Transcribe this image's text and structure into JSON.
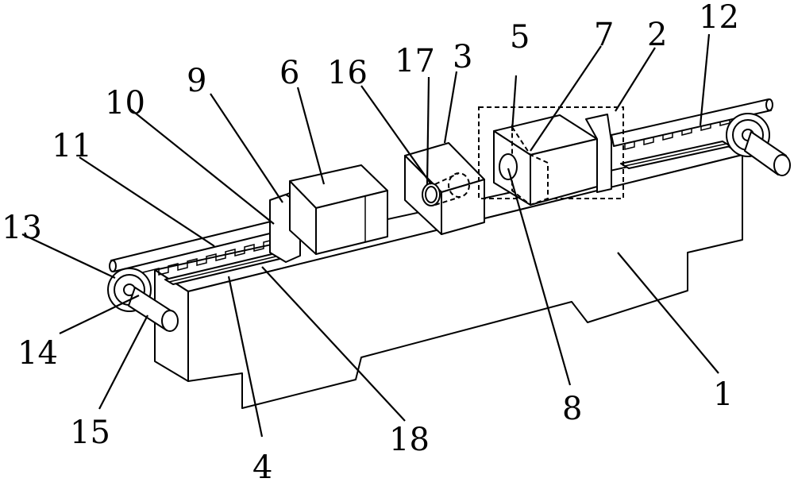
{
  "figure": {
    "labels": {
      "l1": "1",
      "l2": "2",
      "l3": "3",
      "l4": "4",
      "l5": "5",
      "l6": "6",
      "l7": "7",
      "l8": "8",
      "l9": "9",
      "l10": "10",
      "l11": "11",
      "l12": "12",
      "l13": "13",
      "l14": "14",
      "l15": "15",
      "l16": "16",
      "l17": "17",
      "l18": "18"
    }
  }
}
